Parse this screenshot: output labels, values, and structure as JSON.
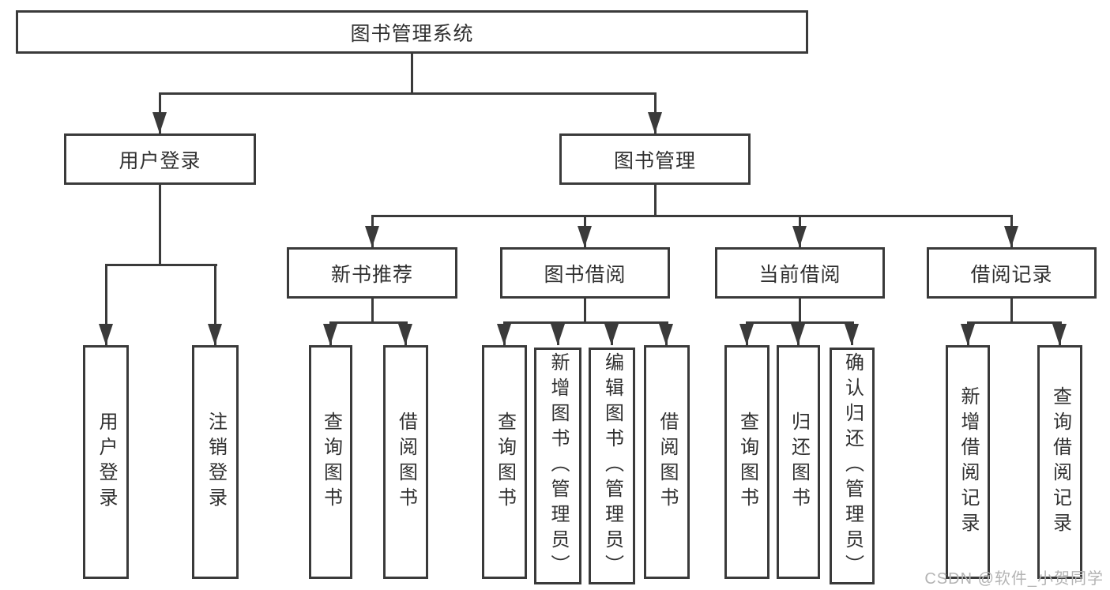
{
  "diagram": {
    "title": "图书管理系统",
    "level2": [
      {
        "label": "用户登录",
        "children": [
          "用户登录",
          "注销登录"
        ]
      },
      {
        "label": "图书管理"
      }
    ],
    "level3": [
      {
        "label": "新书推荐",
        "children": [
          "查询图书",
          "借阅图书"
        ]
      },
      {
        "label": "图书借阅",
        "children": [
          "查询图书",
          "新增图书（管理员）",
          "编辑图书（管理员）",
          "借阅图书"
        ]
      },
      {
        "label": "当前借阅",
        "children": [
          "查询图书",
          "归还图书",
          "确认归还（管理员）"
        ]
      },
      {
        "label": "借阅记录",
        "children": [
          "新增借阅记录",
          "查询借阅记录"
        ]
      }
    ],
    "line_color": "#3a3a3a"
  },
  "watermark": {
    "text": "CSDN @软件_小贺同学",
    "color": "#b4b4b4"
  }
}
